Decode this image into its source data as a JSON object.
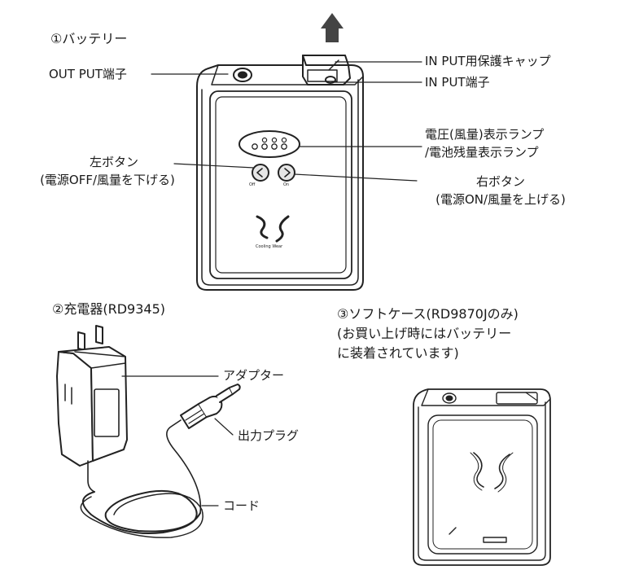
{
  "sections": {
    "battery_title": "①バッテリー",
    "charger_title": "②充電器(RD9345)",
    "softcase_title_1": "③ソフトケース(RD9870Jのみ)",
    "softcase_title_2": "(お買い上げ時にはバッテリー",
    "softcase_title_3": "に装着されています)"
  },
  "battery_labels": {
    "output_terminal": "OUT PUT端子",
    "input_cap": "IN PUT用保護キャップ",
    "input_terminal": "IN PUT端子",
    "lamp_1": "電圧(風量)表示ランプ",
    "lamp_2": "/電池残量表示ランプ",
    "left_button_1": "左ボタン",
    "left_button_2": "(電源OFF/風量を下げる)",
    "right_button_1": "右ボタン",
    "right_button_2": "(電源ON/風量を上げる)",
    "logo_text": "Cooling Wear",
    "off_mark": "Off",
    "on_mark": "On"
  },
  "charger_labels": {
    "adapter": "アダプター",
    "plug": "出力プラグ",
    "cord": "コード"
  }
}
